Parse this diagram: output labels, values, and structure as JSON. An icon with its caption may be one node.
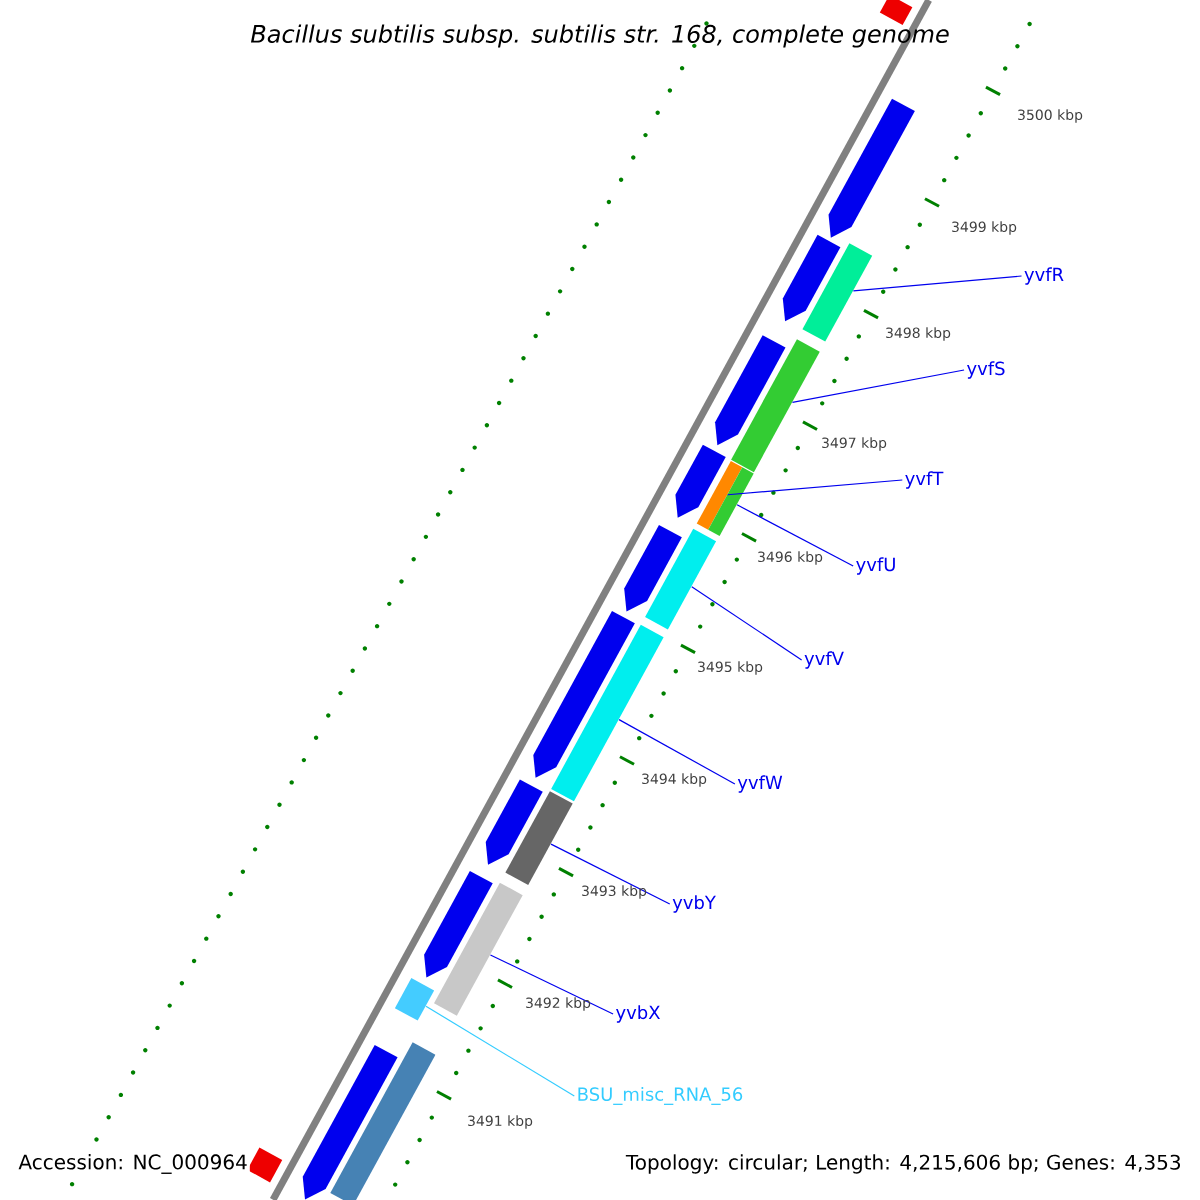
{
  "diagram": {
    "title": "Bacillus subtilis subsp. subtilis str. 168, complete genome",
    "nodes": [
      {
        "text": [
          "yvfR"
        ]
      },
      {
        "text": [
          "yvfS"
        ]
      },
      {
        "text": [
          "yvfT"
        ]
      },
      {
        "text": [
          "yvfU"
        ]
      },
      {
        "text": [
          "yvfV"
        ]
      },
      {
        "text": [
          "yvfW"
        ]
      },
      {
        "text": [
          "yvbY"
        ]
      },
      {
        "text": [
          "yvbX"
        ]
      },
      {
        "text": [
          "BSU_misc_RNA_56"
        ]
      },
      {
        "text": [],
        "shape": "bar"
      },
      {
        "text": [],
        "shape": "bar"
      },
      {
        "text": [],
        "shape": "bar"
      },
      {
        "text": [],
        "shape": "bar"
      },
      {
        "text": [],
        "shape": "bar"
      },
      {
        "text": [],
        "shape": "bar"
      },
      {
        "text": [],
        "shape": "bar"
      },
      {
        "text": [],
        "shape": "bar"
      },
      {
        "text": [],
        "shape": "bar"
      },
      {
        "text": [],
        "shape": "pentagon"
      },
      {
        "text": [],
        "shape": "pentagon"
      },
      {
        "text": [],
        "shape": "pentagon"
      },
      {
        "text": [],
        "shape": "pentagon"
      },
      {
        "text": [],
        "shape": "pentagon"
      },
      {
        "text": [],
        "shape": "pentagon"
      },
      {
        "text": [],
        "shape": "pentagon"
      },
      {
        "text": [],
        "shape": "pentagon"
      },
      {
        "text": [],
        "shape": "pentagon"
      },
      {
        "text": [],
        "shape": "bar"
      },
      {
        "text": [],
        "shape": "bar"
      },
      {
        "text": [],
        "shape": "bar"
      }
    ],
    "edges": [
      {
        "from": 0,
        "to": 9,
        "arrow": "none"
      },
      {
        "from": 1,
        "to": 10,
        "arrow": "none"
      },
      {
        "from": 2,
        "to": 11,
        "arrow": "none"
      },
      {
        "from": 3,
        "to": 12,
        "arrow": "none"
      },
      {
        "from": 4,
        "to": 13,
        "arrow": "none"
      },
      {
        "from": 5,
        "to": 14,
        "arrow": "none"
      },
      {
        "from": 6,
        "to": 15,
        "arrow": "none"
      },
      {
        "from": 7,
        "to": 16,
        "arrow": "none"
      },
      {
        "from": 8,
        "to": 17,
        "arrow": "none",
        "color": "#33ccff"
      }
    ],
    "labels": [
      "3500 kbp",
      "3499 kbp",
      "3498 kbp",
      "3497 kbp",
      "3496 kbp",
      "3495 kbp",
      "3494 kbp",
      "3493 kbp",
      "3492 kbp",
      "3491 kbp",
      "Accession: NC_000964",
      "Topology: circular; Length: 4,215,606 bp; Genes: 4,353"
    ]
  }
}
